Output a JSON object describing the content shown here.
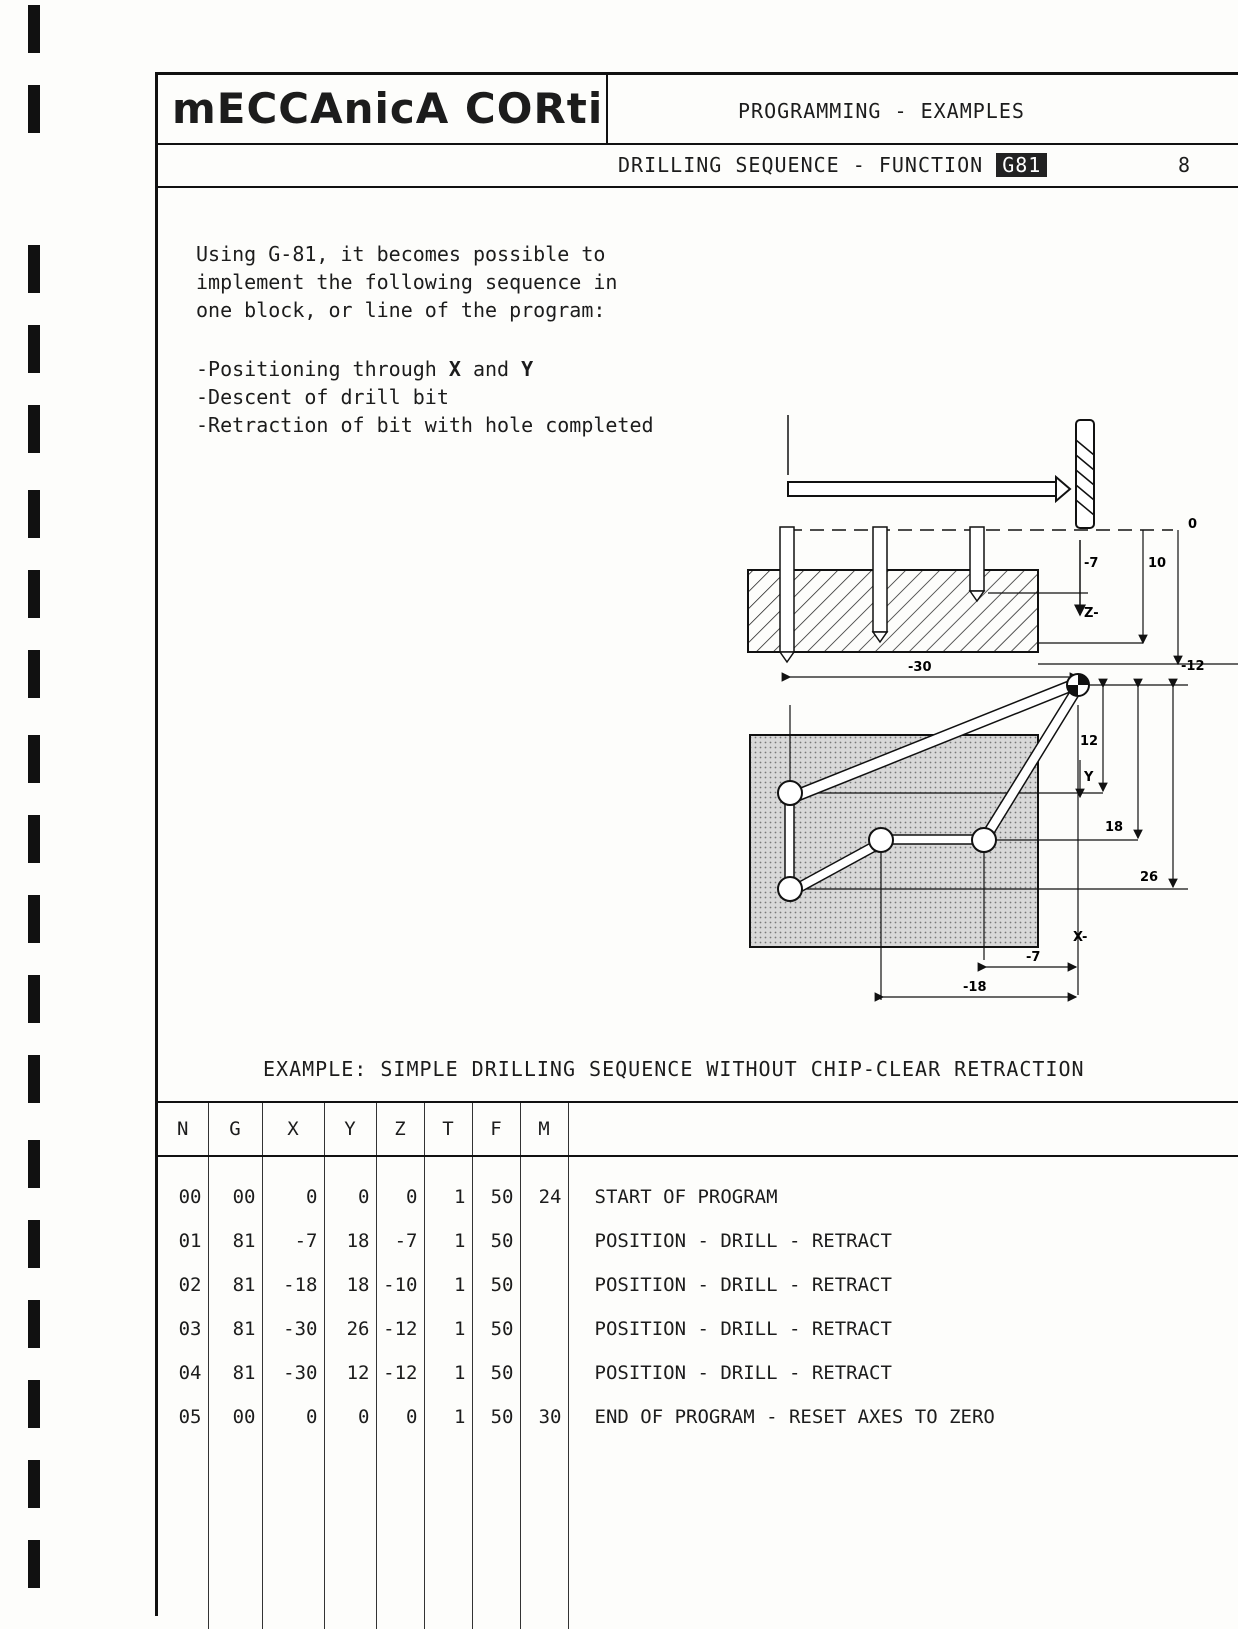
{
  "header": {
    "brand": "mECCAnicA CORtini",
    "title": "PROGRAMMING - EXAMPLES",
    "section_prefix": "DRILLING SEQUENCE - FUNCTION",
    "function_code": "G81",
    "page_number": "8"
  },
  "intro": {
    "line1": "Using G-81, it becomes possible to",
    "line2": "implement the following sequence in",
    "line3": "one block, or line of the program:"
  },
  "bullets": [
    {
      "pre": "-Positioning through ",
      "b1": "X",
      "mid": " and ",
      "b2": "Y"
    },
    {
      "pre": "-Descent of drill bit"
    },
    {
      "pre": "-Retraction of bit with hole completed"
    }
  ],
  "diagram": {
    "zero": "0",
    "depth_7": "-7",
    "depth_10": "10",
    "depth_12": "-12",
    "z_axis": "Z-",
    "x_30": "-30",
    "y_12": "12",
    "y_axis": "Y",
    "y_18": "18",
    "y_26": "26",
    "x_axis": "X-",
    "x_7": "-7",
    "x_18": "-18"
  },
  "example_title": "EXAMPLE: SIMPLE DRILLING SEQUENCE WITHOUT CHIP-CLEAR RETRACTION",
  "table": {
    "headers": {
      "n": "N",
      "g": "G",
      "x": "X",
      "y": "Y",
      "z": "Z",
      "t": "T",
      "f": "F",
      "m": "M",
      "desc": ""
    },
    "rows": [
      {
        "n": "00",
        "g": "00",
        "x": "0",
        "y": "0",
        "z": "0",
        "t": "1",
        "f": "50",
        "m": "24",
        "desc": "START OF PROGRAM"
      },
      {
        "n": "01",
        "g": "81",
        "x": "-7",
        "y": "18",
        "z": "-7",
        "t": "1",
        "f": "50",
        "m": "",
        "desc": "POSITION - DRILL - RETRACT"
      },
      {
        "n": "02",
        "g": "81",
        "x": "-18",
        "y": "18",
        "z": "-10",
        "t": "1",
        "f": "50",
        "m": "",
        "desc": "POSITION - DRILL - RETRACT"
      },
      {
        "n": "03",
        "g": "81",
        "x": "-30",
        "y": "26",
        "z": "-12",
        "t": "1",
        "f": "50",
        "m": "",
        "desc": "POSITION - DRILL - RETRACT"
      },
      {
        "n": "04",
        "g": "81",
        "x": "-30",
        "y": "12",
        "z": "-12",
        "t": "1",
        "f": "50",
        "m": "",
        "desc": "POSITION - DRILL - RETRACT"
      },
      {
        "n": "05",
        "g": "00",
        "x": "0",
        "y": "0",
        "z": "0",
        "t": "1",
        "f": "50",
        "m": "30",
        "desc": "END OF PROGRAM - RESET AXES TO ZERO"
      }
    ]
  }
}
